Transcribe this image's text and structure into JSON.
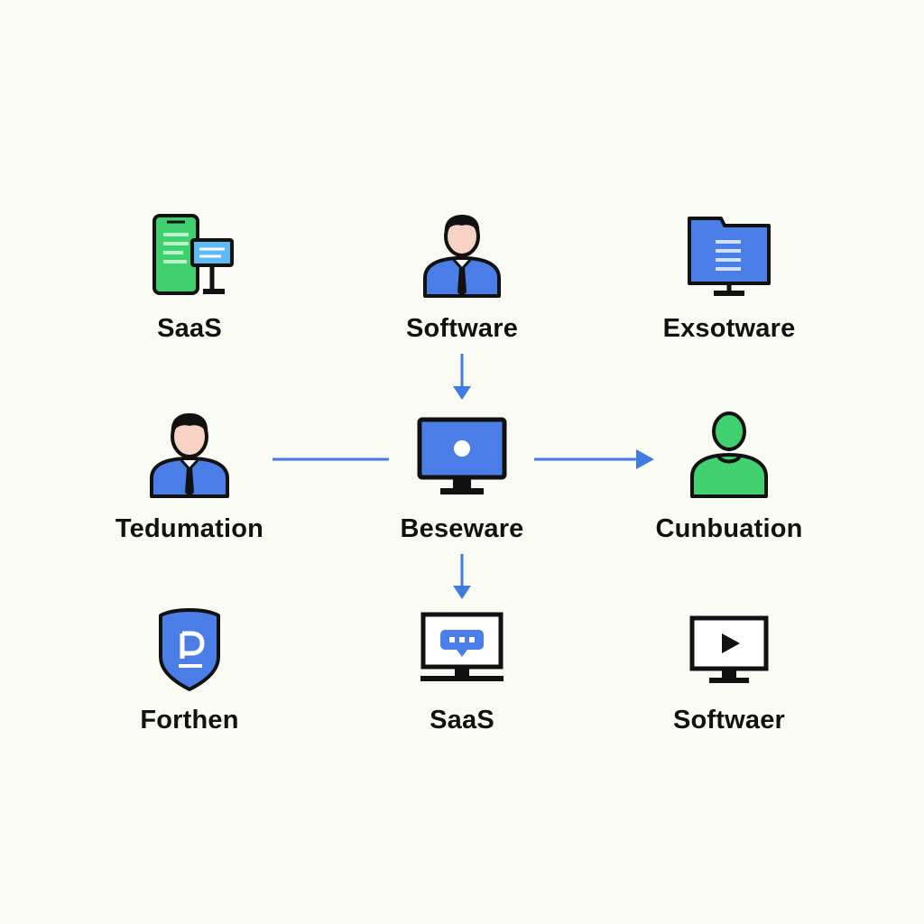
{
  "colors": {
    "background": "#fbfbf5",
    "blue": "#4a7de6",
    "green": "#40d070",
    "outline": "#111111",
    "skin": "#f8d2c4",
    "line": "#3f7be0"
  },
  "nodes": [
    {
      "id": "saas-top",
      "label": "SaaS",
      "icon": "phone-and-kiosk-icon"
    },
    {
      "id": "software-top",
      "label": "Software",
      "icon": "person-icon"
    },
    {
      "id": "exsotware",
      "label": "Exsotware",
      "icon": "folder-monitor-icon"
    },
    {
      "id": "tedumation",
      "label": "Tedumation",
      "icon": "person-icon"
    },
    {
      "id": "beseware",
      "label": "Beseware",
      "icon": "monitor-icon"
    },
    {
      "id": "cunbuation",
      "label": "Cunbuation",
      "icon": "green-user-icon"
    },
    {
      "id": "forthen",
      "label": "Forthen",
      "icon": "shield-icon"
    },
    {
      "id": "saas-bottom",
      "label": "SaaS",
      "icon": "chat-monitor-icon"
    },
    {
      "id": "softwaer",
      "label": "Softwaer",
      "icon": "video-monitor-icon"
    }
  ],
  "edges": [
    {
      "from": "software-top",
      "to": "beseware",
      "arrow": true
    },
    {
      "from": "tedumation",
      "to": "beseware",
      "arrow": false
    },
    {
      "from": "beseware",
      "to": "cunbuation",
      "arrow": true
    },
    {
      "from": "beseware",
      "to": "saas-bottom",
      "arrow": true
    }
  ]
}
